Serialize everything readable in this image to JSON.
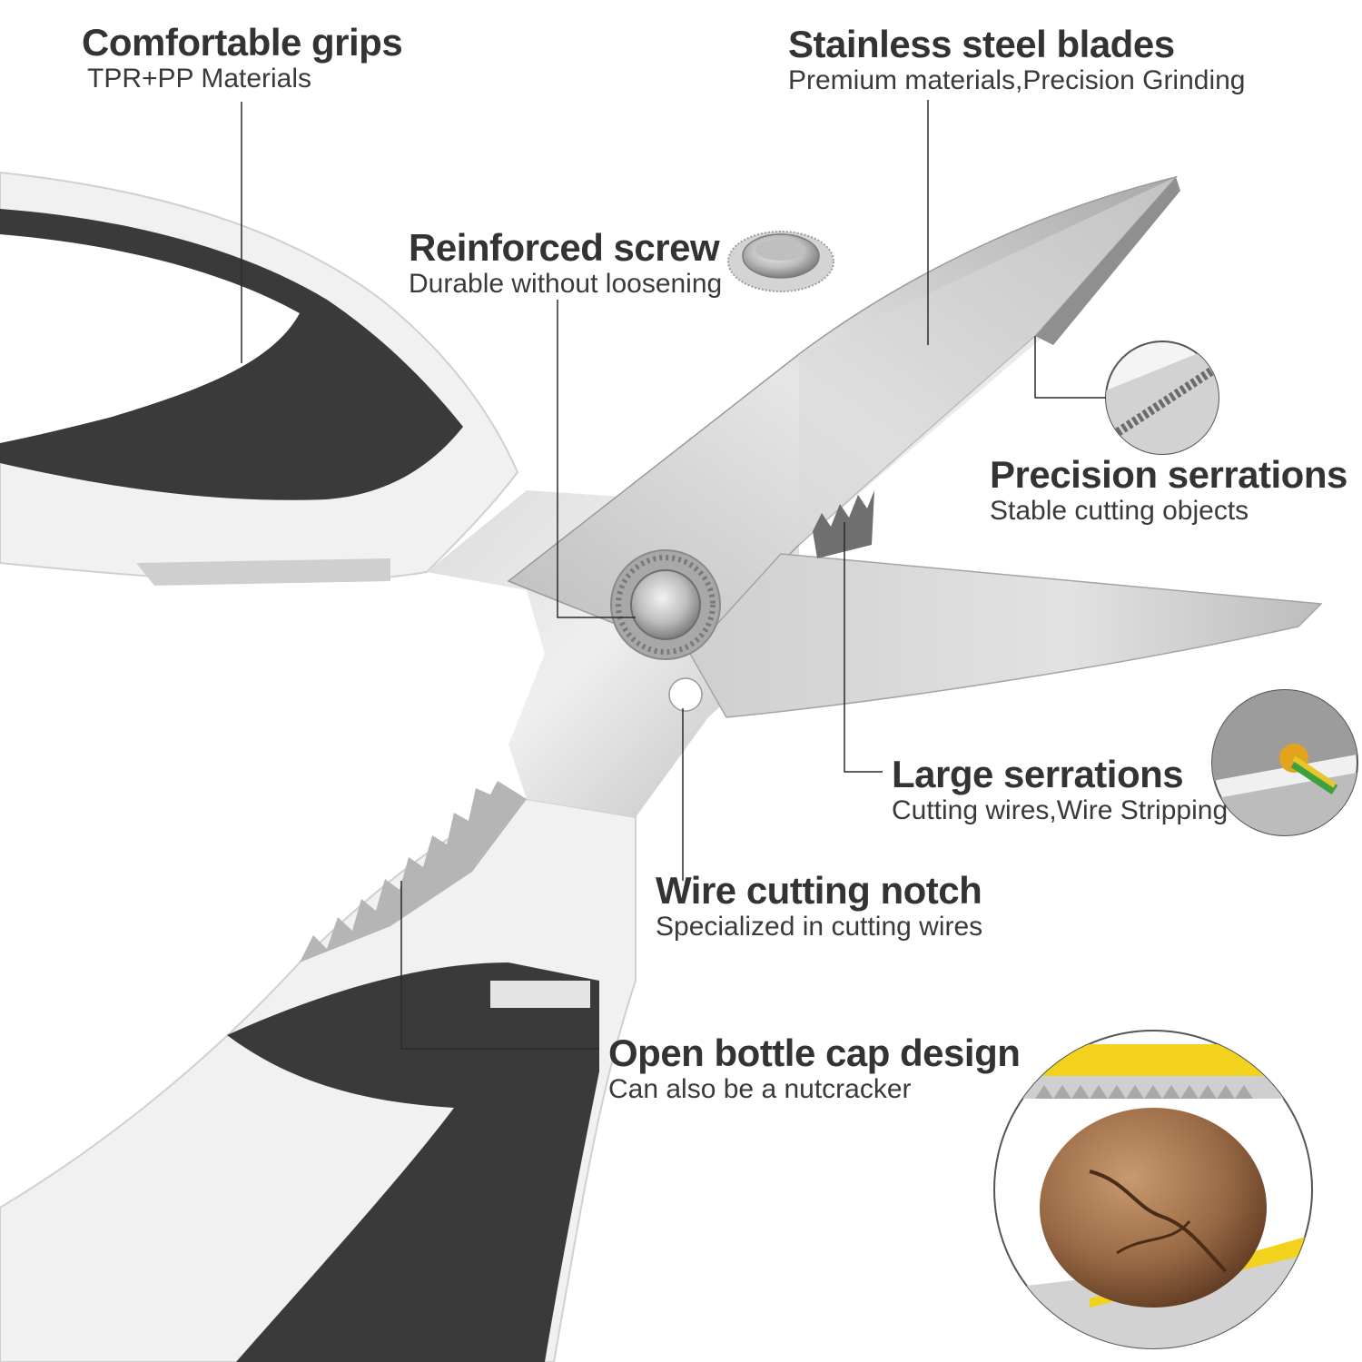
{
  "callouts": {
    "grips": {
      "title": "Comfortable grips",
      "subtitle": "TPR+PP Materials"
    },
    "blades": {
      "title": "Stainless steel blades",
      "subtitle": "Premium materials,Precision Grinding"
    },
    "screw": {
      "title": "Reinforced screw",
      "subtitle": "Durable without loosening"
    },
    "precision": {
      "title": "Precision serrations",
      "subtitle": "Stable cutting objects"
    },
    "large": {
      "title": "Large serrations",
      "subtitle": "Cutting wires,Wire Stripping"
    },
    "notch": {
      "title": "Wire cutting notch",
      "subtitle": "Specialized in cutting wires"
    },
    "bottle": {
      "title": "Open bottle cap design",
      "subtitle": "Can also be a nutcracker"
    }
  },
  "colors": {
    "text": "#333333",
    "handle_dark": "#3a3a3a",
    "handle_light": "#f4f4f4",
    "blade_steel": "#c9c9c9",
    "nutcracker_yellow": "#f2d21c",
    "walnut": "#9a6a45"
  }
}
